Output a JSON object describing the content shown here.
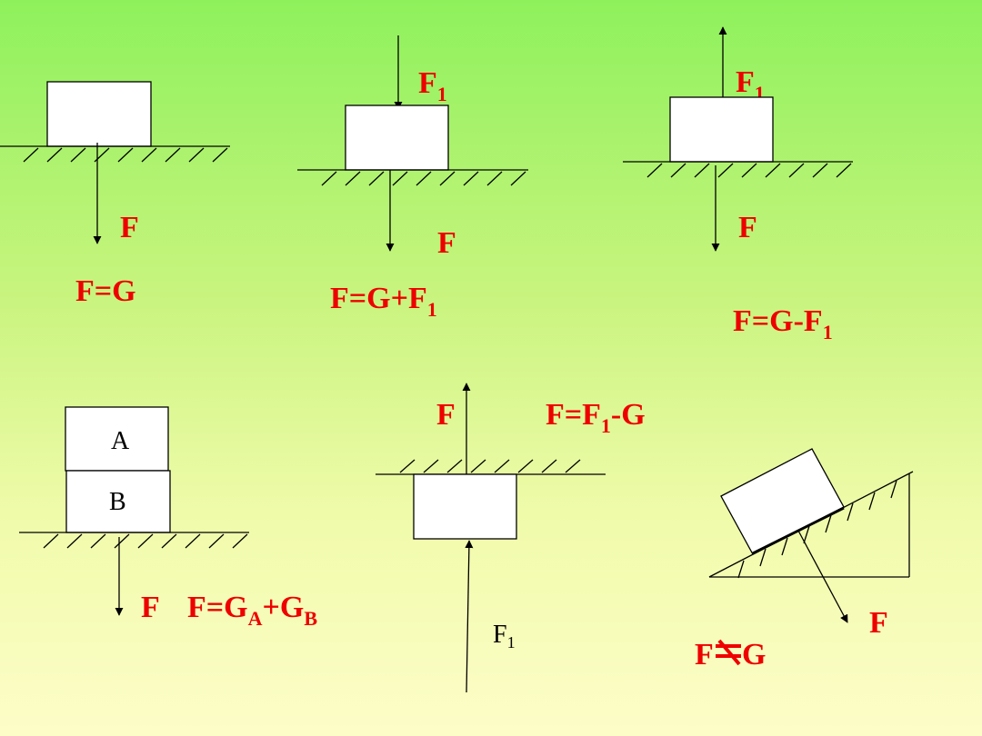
{
  "diagrams": {
    "d1": {
      "force_label": "F",
      "equation": "F=G"
    },
    "d2": {
      "applied_label": "F",
      "applied_sub": "1",
      "force_label": "F",
      "eq_main": "F=G+F",
      "eq_sub": "1"
    },
    "d3": {
      "applied_label": "F",
      "applied_sub": "1",
      "force_label": "F",
      "eq_main": "F=G-F",
      "eq_sub": "1"
    },
    "d4": {
      "block_a": "A",
      "block_b": "B",
      "force_label": "F",
      "eq_p1": "F=G",
      "eq_s1": "A",
      "eq_p2": "+G",
      "eq_s2": "B"
    },
    "d5": {
      "force_label": "F",
      "eq_p1": "F=F",
      "eq_s1": "1",
      "eq_p2": "-G",
      "applied_label": "F",
      "applied_sub": "1"
    },
    "d6": {
      "force_label": "F",
      "eq_left": "F",
      "eq_right": "G"
    }
  }
}
